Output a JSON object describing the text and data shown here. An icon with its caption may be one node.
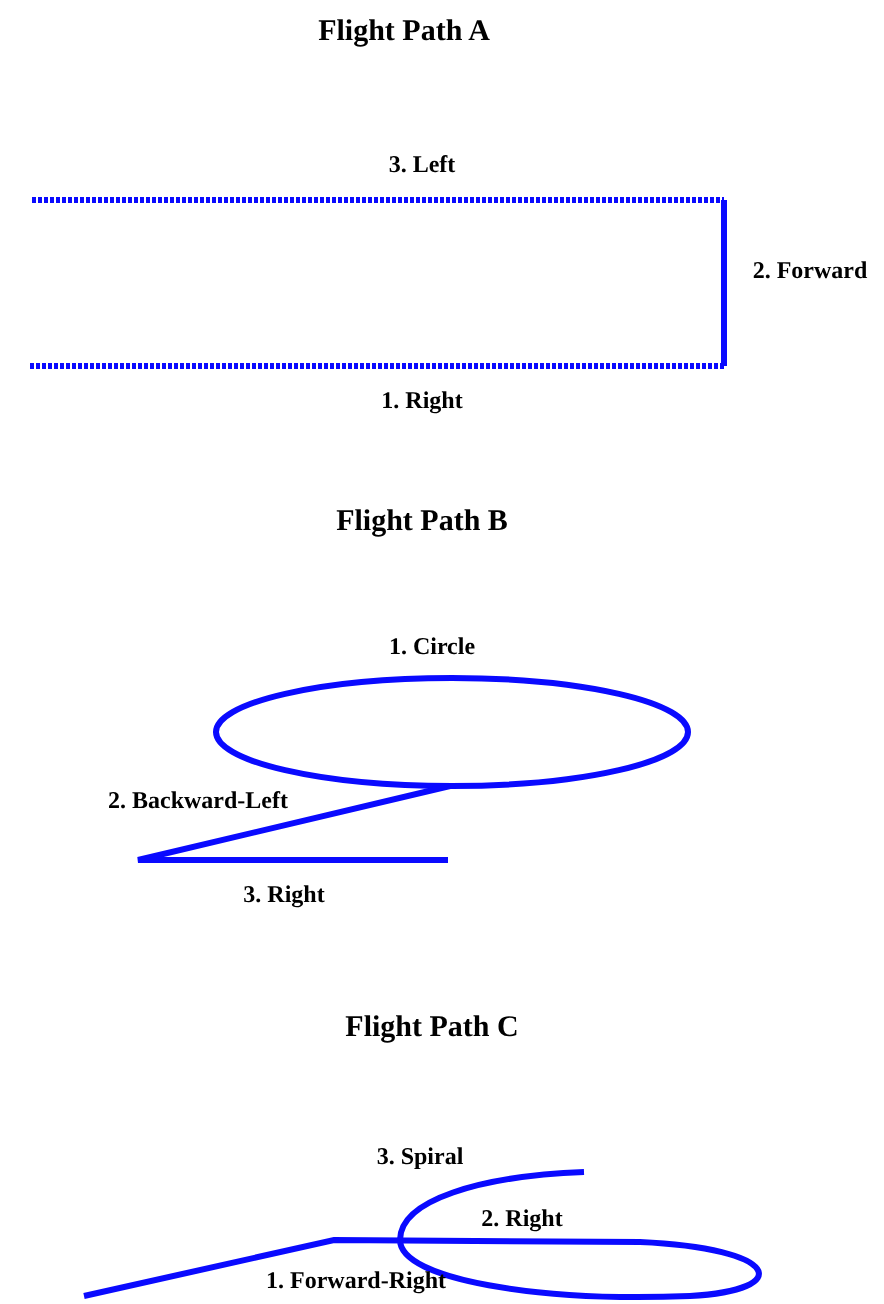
{
  "diagram": {
    "labels": [
      "Flight Path A",
      "3. Left",
      "2. Forward",
      "1. Right",
      "Flight Path B",
      "1. Circle",
      "2. Backward-Left",
      "3. Right",
      "Flight Path C",
      "3. Spiral",
      "2. Right",
      "1. Forward-Right"
    ]
  }
}
